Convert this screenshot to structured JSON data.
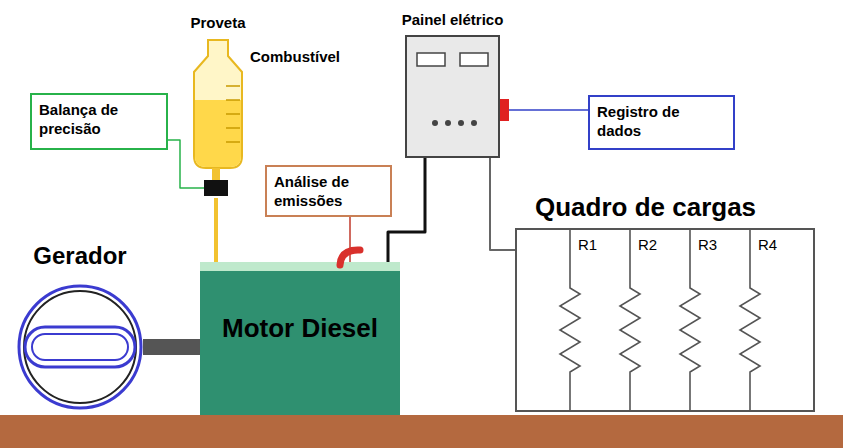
{
  "diagram": {
    "nodes": [
      {
        "text": [
          "Proveta"
        ]
      },
      {
        "text": [
          "Balança de precisão"
        ]
      },
      {
        "text": [
          "Painel elétrico"
        ]
      },
      {
        "text": [
          "Registro de dados"
        ]
      },
      {
        "text": [
          "Análise de emissões"
        ]
      },
      {
        "text": [
          "Gerador"
        ]
      },
      {
        "text": [
          "Motor Diesel"
        ]
      },
      {
        "text": [
          "Quadro de cargas"
        ]
      }
    ],
    "edges": [
      {
        "from": 1,
        "to": 0,
        "arrow": "none"
      },
      {
        "from": 0,
        "to": 6,
        "arrow": "none"
      },
      {
        "from": 2,
        "to": 3,
        "arrow": "none"
      },
      {
        "from": 4,
        "to": 6,
        "arrow": "none"
      },
      {
        "from": 2,
        "to": 6,
        "arrow": "none"
      },
      {
        "from": 2,
        "to": 7,
        "arrow": "none"
      },
      {
        "from": 5,
        "to": 6,
        "arrow": "none"
      }
    ],
    "labels": [
      "Combustível",
      "R1",
      "R2",
      "R3",
      "R4"
    ]
  }
}
